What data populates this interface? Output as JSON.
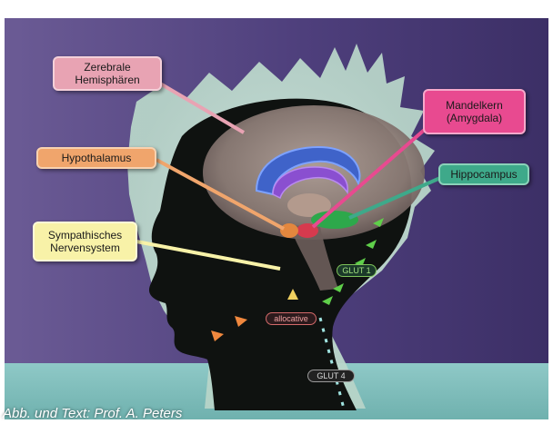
{
  "labels": {
    "zerebrale": "Zerebrale\nHemisphären",
    "mandelkern": "Mandelkern\n(Amygdala)",
    "hypothalamus": "Hypothalamus",
    "hippocampus": "Hippocampus",
    "sympathisches": "Sympathisches\nNervensystem"
  },
  "tags": {
    "glut1": "GLUT 1",
    "allocative": "allocative",
    "glut4": "GLUT 4"
  },
  "credit": "Abb. und Text: Prof. A. Peters",
  "colors": {
    "background_purple": "#5a4a86",
    "floor_teal": "#8fc9c7",
    "head_silhouette": "#0f1210",
    "label_zerebrale": "#e8a3b3",
    "label_mandelkern": "#e84a90",
    "label_hypothalamus": "#f0a56c",
    "label_hippocampus": "#3ea98a",
    "label_sympathisches": "#f8f2a8"
  },
  "icons": [
    "brain-illustration",
    "head-silhouette",
    "arrow-markers"
  ]
}
